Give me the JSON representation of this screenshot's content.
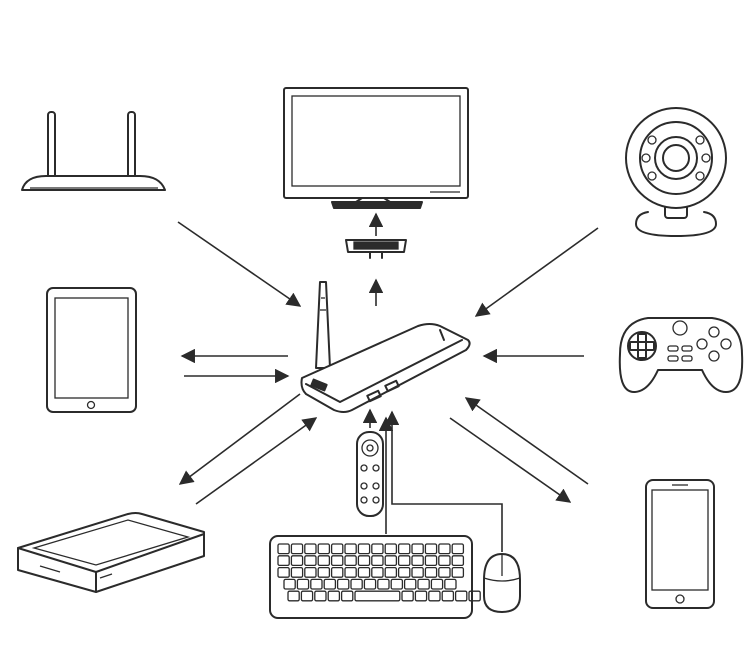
{
  "diagram": {
    "hub": "mini-pc-stick",
    "devices": [
      {
        "id": "router",
        "icon": "router-icon",
        "relation": "wireless-input"
      },
      {
        "id": "monitor",
        "icon": "monitor-icon",
        "relation": "hdmi-output"
      },
      {
        "id": "webcam",
        "icon": "webcam-icon",
        "relation": "input"
      },
      {
        "id": "tablet",
        "icon": "tablet-icon",
        "relation": "bidirectional"
      },
      {
        "id": "gamepad",
        "icon": "gamepad-icon",
        "relation": "input"
      },
      {
        "id": "hard-drive",
        "icon": "hard-drive-icon",
        "relation": "bidirectional"
      },
      {
        "id": "keyboard",
        "icon": "keyboard-icon",
        "relation": "input"
      },
      {
        "id": "mouse",
        "icon": "mouse-icon",
        "relation": "input"
      },
      {
        "id": "remote",
        "icon": "remote-control-icon",
        "relation": "input"
      },
      {
        "id": "smartphone",
        "icon": "smartphone-icon",
        "relation": "bidirectional"
      }
    ],
    "colors": {
      "line": "#2b2b2b",
      "background": "#ffffff"
    }
  }
}
